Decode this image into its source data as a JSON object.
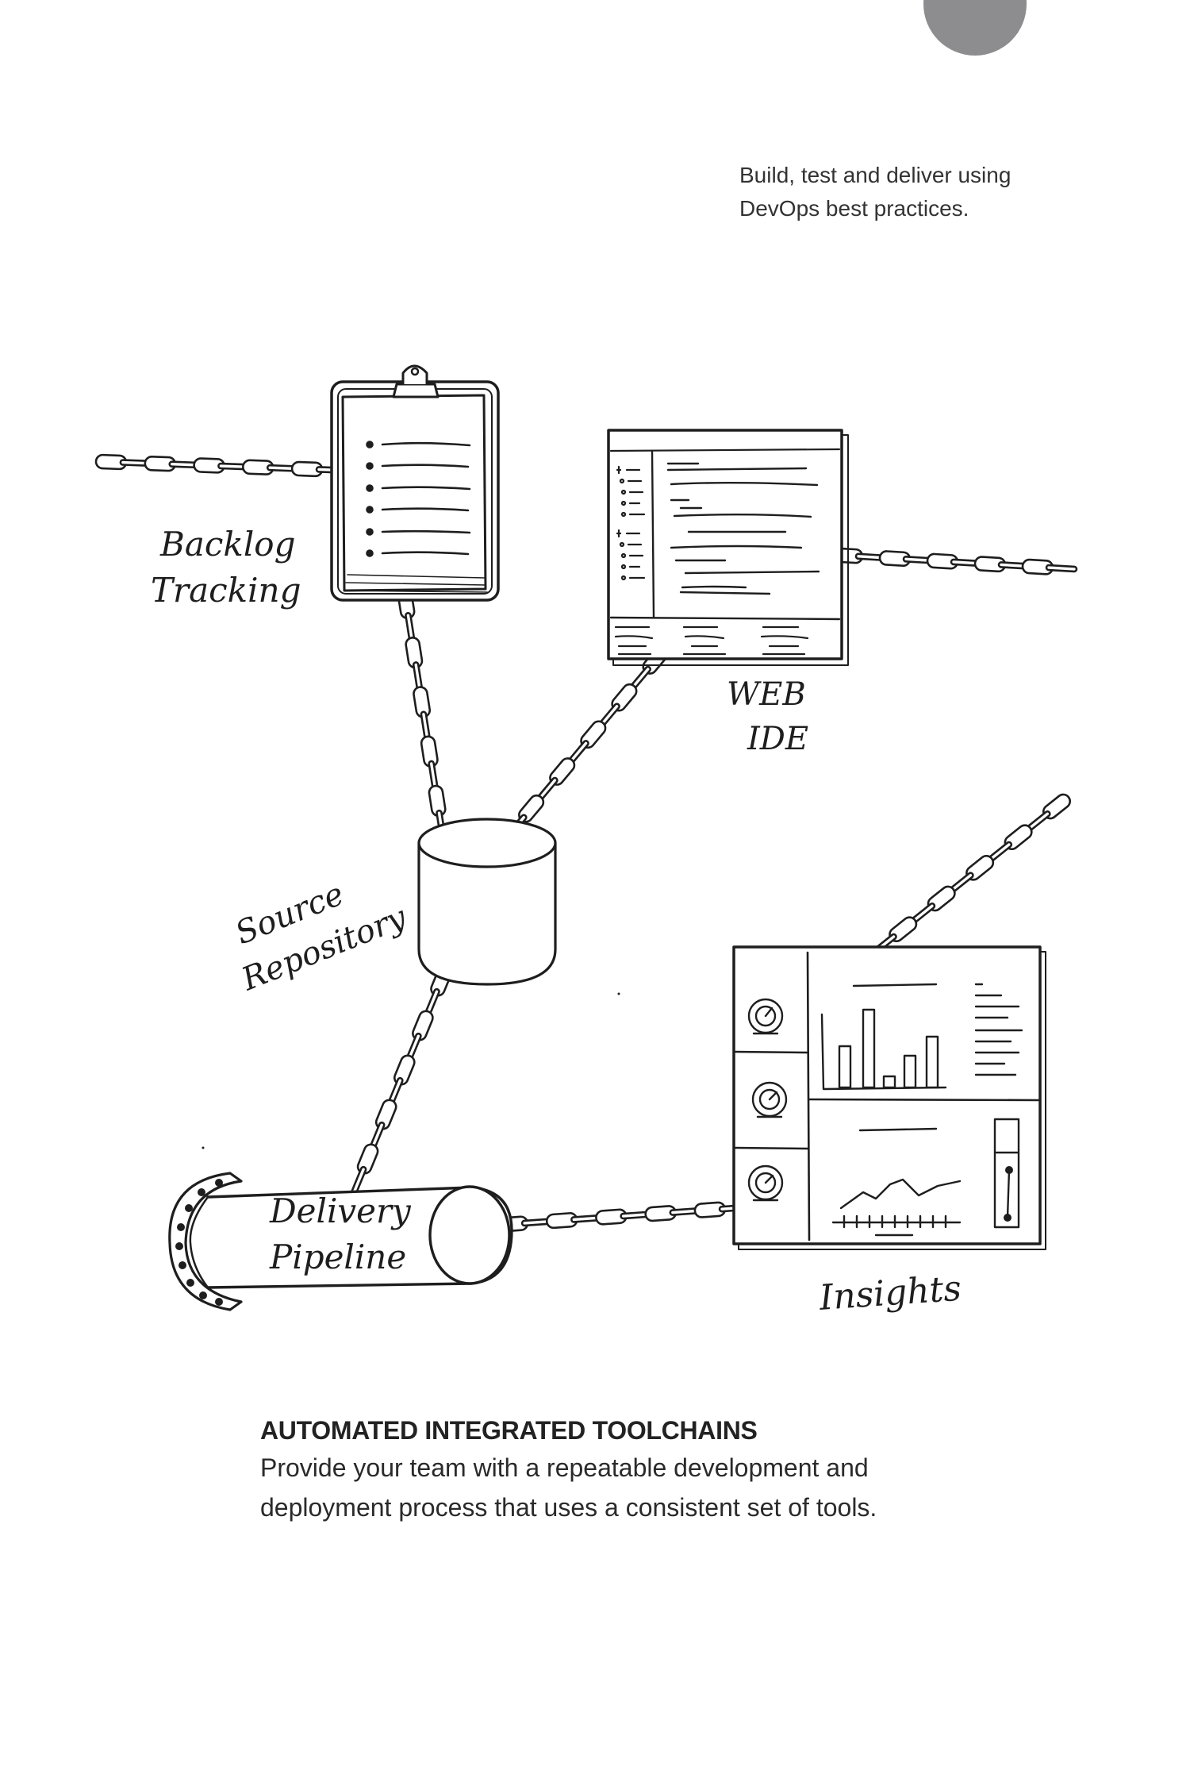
{
  "tagline": {
    "line1": "Build, test and deliver using",
    "line2": "DevOps best practices."
  },
  "nodes": {
    "backlog": {
      "label_line1": "Backlog",
      "label_line2": "Tracking",
      "icon": "clipboard-icon"
    },
    "web_ide": {
      "label_line1": "WEB",
      "label_line2": "IDE",
      "icon": "code-editor-icon"
    },
    "source": {
      "label_line1": "Source",
      "label_line2": "Repository",
      "icon": "database-cylinder-icon"
    },
    "delivery": {
      "label_line1": "Delivery",
      "label_line2": "Pipeline",
      "icon": "pipe-icon"
    },
    "insights": {
      "label": "Insights",
      "icon": "dashboard-icon"
    }
  },
  "footer": {
    "title": "AUTOMATED INTEGRATED TOOLCHAINS",
    "body_line1": "Provide your team with a repeatable development and",
    "body_line2": "deployment process that uses a consistent set of tools."
  },
  "colors": {
    "ink": "#1e1e1e",
    "corner_dot": "#8d8d8f"
  }
}
